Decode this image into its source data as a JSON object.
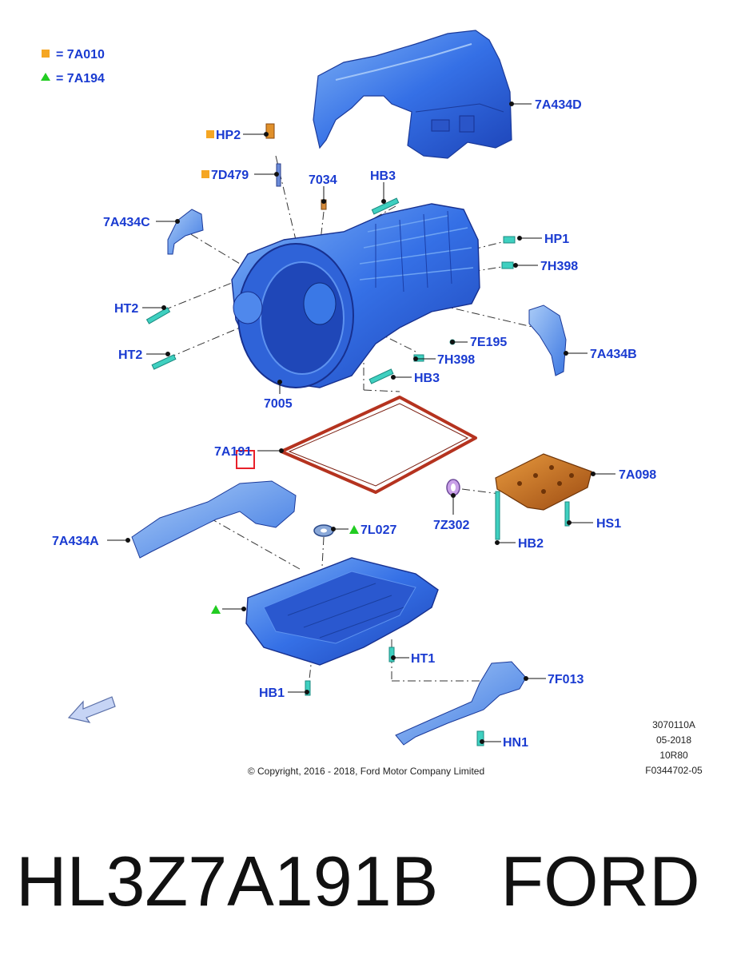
{
  "legend": [
    {
      "symbol": "square",
      "color": "#f5a623",
      "text": "= 7A010"
    },
    {
      "symbol": "triangle",
      "color": "#22cc22",
      "text": "= 7A194"
    }
  ],
  "callouts": {
    "c_7a434d": "7A434D",
    "c_hp2": "HP2",
    "c_7d479": "7D479",
    "c_7034": "7034",
    "c_hb3_top": "HB3",
    "c_7a434c": "7A434C",
    "c_hp1": "HP1",
    "c_7h398_top": "7H398",
    "c_ht2_a": "HT2",
    "c_ht2_b": "HT2",
    "c_7e195": "7E195",
    "c_7a434b": "7A434B",
    "c_7h398_bot": "7H398",
    "c_hb3_bot": "HB3",
    "c_7005": "7005",
    "c_7a191": "7A191",
    "c_7a098": "7A098",
    "c_7z302": "7Z302",
    "c_hs1": "HS1",
    "c_hb2": "HB2",
    "c_7a434a": "7A434A",
    "c_7l027": "7L027",
    "c_ht1": "HT1",
    "c_7f013": "7F013",
    "c_hb1": "HB1",
    "c_hn1": "HN1"
  },
  "info_block": [
    "3070110A",
    "05-2018",
    "10R80",
    "F0344702-05"
  ],
  "copyright": "© Copyright, 2016 - 2018, Ford Motor Company Limited",
  "footer": {
    "part_number": "HL3Z7A191B",
    "brand": "FORD"
  },
  "colors": {
    "label_blue": "#1a3bd1",
    "part_blue": "#2d63e0",
    "part_blue_light": "#6aa0f0",
    "gasket_red": "#b5331f",
    "valvebody_orange": "#c86a1c",
    "fastener_cyan": "#3fd0c0",
    "highlight_red": "#e8202a"
  }
}
